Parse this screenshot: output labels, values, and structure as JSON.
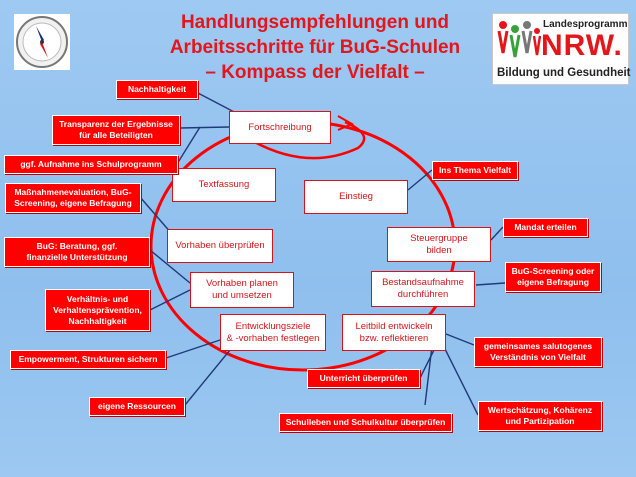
{
  "title": {
    "line1": "Handlungsempfehlungen und",
    "line2": "Arbeitsschritte für BuG-Schulen",
    "line3": "– Kompass der Vielfalt –"
  },
  "logo": {
    "program": "Landesprogramm",
    "nrw": "NRW.",
    "tagline": "Bildung und Gesundheit"
  },
  "cycle": {
    "fortschreibung": "Fortschreibung",
    "textfassung": "Textfassung",
    "einstieg": "Einstieg",
    "steuergruppe": "Steuergruppe\nbilden",
    "vorhaben_pruefen": "Vorhaben überprüfen",
    "vorhaben_planen": "Vorhaben planen\nund umsetzen",
    "bestandsaufnahme": "Bestandsaufnahme\ndurchführen",
    "entwicklungsziele": "Entwicklungsziele\n& -vorhaben festlegen",
    "leitbild": "Leitbild entwickeln\nbzw. reflektieren"
  },
  "notes": {
    "nachhaltigkeit": "Nachhaltigkeit",
    "transparenz": "Transparenz  der Ergebnisse\nfür alle Beteiligten",
    "schulprogramm": "ggf. Aufnahme ins Schulprogramm",
    "massnahmen": "Maßnahmenevaluation,  BuG-\nScreening, eigene Befragung",
    "beratung": "BuG: Beratung, ggf.\nfinanzielle Unterstützung",
    "praevention": "Verhältnis-  und\nVerhaltensprävention,\nNachhaltigkeit",
    "empowerment": "Empowerment, Strukturen  sichern",
    "ressourcen": "eigene Ressourcen",
    "thema_vielfalt": "Ins Thema Vielfalt",
    "mandat": "Mandat  erteilen",
    "screening": "BuG-Screening  oder\neigene Befragung",
    "verstaendnis": "gemeinsames salutogenes\nVerständnis  von Vielfalt",
    "unterricht": "Unterricht  überprüfen",
    "wertschaetzung": "Wertschätzung,  Kohärenz\nund Partizipation",
    "schulleben": "Schulleben  und Schulkultur  überprüfen"
  },
  "colors": {
    "accent": "#e3161b",
    "background": "#9ec9f2",
    "connector": "#1f3a78"
  }
}
